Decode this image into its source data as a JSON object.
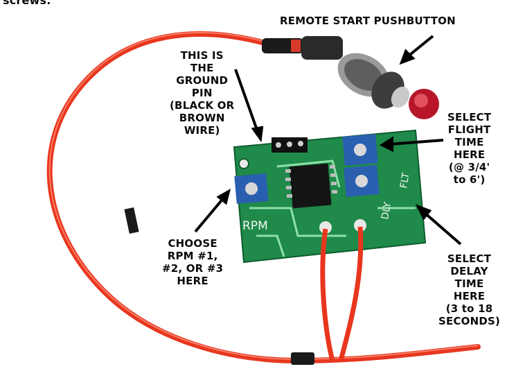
{
  "header_fragment": "screws.",
  "labels": {
    "pushbutton": "REMOTE START PUSHBUTTON",
    "ground_pin": [
      "THIS IS",
      "THE",
      "GROUND",
      "PIN",
      "(BLACK OR",
      "BROWN",
      "WIRE)"
    ],
    "flight_time": [
      "SELECT",
      "FLIGHT",
      "TIME",
      "HERE",
      "(@ 3/4'",
      "to 6')"
    ],
    "rpm": [
      "CHOOSE",
      "RPM #1,",
      "#2, OR #3",
      "HERE"
    ],
    "delay_time": [
      "SELECT",
      "DELAY",
      "TIME",
      "HERE",
      "(3 to 18",
      "SECONDS)"
    ]
  },
  "board_markings": {
    "rpm": "RPM",
    "dly": "DLY",
    "flt": "FLT"
  },
  "colors": {
    "wire": "#e8361e",
    "pcb": "#1f8a4a",
    "pot": "#2a5fb0",
    "background": "#ffffff"
  }
}
